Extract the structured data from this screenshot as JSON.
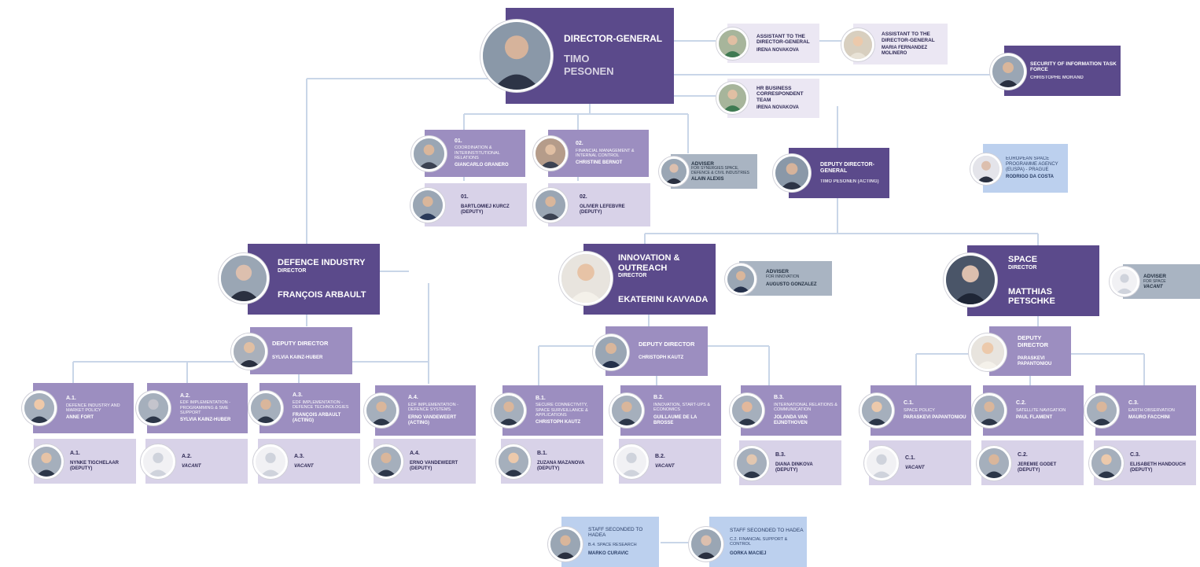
{
  "director_general": {
    "title": "DIRECTOR-GENERAL",
    "name_line1": "TIMO",
    "name_line2": "PESONEN"
  },
  "assistants": [
    {
      "title": "ASSISTANT TO THE DIRECTOR-GENERAL",
      "name": "IRENA NOVAKOVA"
    },
    {
      "title": "ASSISTANT TO THE DIRECTOR-GENERAL",
      "name": "MARIA FERNANDEZ MOLINERO"
    }
  ],
  "hr_team": {
    "title": "HR BUSINESS CORRESPONDENT TEAM",
    "name": "IRENA NOVAKOVA"
  },
  "security_task_force": {
    "title": "SECURITY OF INFORMATION TASK FORCE",
    "name": "CHRISTOPHE MORAND"
  },
  "units_01_02": [
    {
      "code": "01.",
      "title": "COORDINATION & INTERINSTITUTIONAL RELATIONS",
      "name": "GIANCARLO GRANERO"
    },
    {
      "code": "02.",
      "title": "FINANCIAL MANAGEMENT & INTERNAL CONTROL",
      "name": "CHRISTINE BERNOT"
    },
    {
      "code": "01.",
      "name": "BARTLOMIEJ KURCZ",
      "role": "(DEPUTY)"
    },
    {
      "code": "02.",
      "name": "OLIVIER LEFEBVRE",
      "role": "(DEPUTY)"
    }
  ],
  "adviser_synergies": {
    "title": "ADVISER",
    "subtitle": "FOR SYNERGIES SPACE, DEFENCE & CIVIL INDUSTRIES",
    "name": "ALAIN ALEXIS"
  },
  "deputy_dg": {
    "title": "DEPUTY DIRECTOR-GENERAL",
    "name": "TIMO PESONEN (ACTING)"
  },
  "euspa": {
    "title": "EUROPEAN SPACE PROGRAMME AGENCY (EUSPA) - PRAGUE",
    "name": "RODRIGO DA COSTA"
  },
  "directorates": [
    {
      "title": "DEFENCE INDUSTRY",
      "role": "DIRECTOR",
      "name": "FRANÇOIS ARBAULT"
    },
    {
      "title": "INNOVATION & OUTREACH",
      "role": "DIRECTOR",
      "name": "EKATERINI KAVVADA"
    },
    {
      "title": "SPACE",
      "role": "DIRECTOR",
      "name": "MATTHIAS PETSCHKE"
    }
  ],
  "adviser_innovation": {
    "title": "ADVISER",
    "subtitle": "FOR INNOVATION",
    "name": "AUGUSTO GONZALEZ"
  },
  "adviser_space": {
    "title": "ADVISER",
    "subtitle": "FOR SPACE",
    "name": "VACANT"
  },
  "deputy_directors": [
    {
      "title": "DEPUTY DIRECTOR",
      "name": "SYLVIA KAINZ-HUBER"
    },
    {
      "title": "DEPUTY DIRECTOR",
      "name": "CHRISTOPH KAUTZ"
    },
    {
      "title": "DEPUTY DIRECTOR",
      "name": "PARASKEVI PAPANTONIOU"
    }
  ],
  "units": [
    {
      "code": "A.1.",
      "title": "DEFENCE INDUSTRY AND MARKET POLICY",
      "name": "ANNE FORT"
    },
    {
      "code": "A.2.",
      "title": "EDF IMPLEMENTATION - PROGRAMMING & SME SUPPORT",
      "name": "SYLVIA KAINZ-HUBER"
    },
    {
      "code": "A.3.",
      "title": "EDF IMPLEMENTATION - DEFENCE TECHNOLOGIES",
      "name": "FRANÇOIS ARBAULT (ACTING)"
    },
    {
      "code": "A.4.",
      "title": "EDF IMPLEMENTATION - DEFENCE SYSTEMS",
      "name": "ERNO VANDEWEERT (ACTING)"
    },
    {
      "code": "B.1.",
      "title": "SECURE CONNECTIVITY, SPACE SURVEILLANCE & APPLICATIONS",
      "name": "CHRISTOPH KAUTZ"
    },
    {
      "code": "B.2.",
      "title": "INNOVATION, START-UPS & ECONOMICS",
      "name": "GUILLAUME DE LA BROSSE"
    },
    {
      "code": "B.3.",
      "title": "INTERNATIONAL RELATIONS & COMMUNICATION",
      "name": "JOLANDA VAN EIJNDTHOVEN"
    },
    {
      "code": "C.1.",
      "title": "SPACE POLICY",
      "name": "PARASKEVI PAPANTONIOU"
    },
    {
      "code": "C.2.",
      "title": "SATELLITE NAVIGATION",
      "name": "PAUL FLAMENT"
    },
    {
      "code": "C.3.",
      "title": "EARTH OBSERVATION",
      "name": "MAURO FACCHINI"
    }
  ],
  "deputies": [
    {
      "code": "A.1.",
      "name": "NYNKE TIGCHELAAR",
      "role": "(DEPUTY)"
    },
    {
      "code": "A.2.",
      "name": "VACANT"
    },
    {
      "code": "A.3.",
      "name": "VACANT"
    },
    {
      "code": "A.4.",
      "name": "ERNO VANDEWEERT",
      "role": "(DEPUTY)"
    },
    {
      "code": "B.1.",
      "name": "ZUZANA MAZANOVA",
      "role": "(DEPUTY)"
    },
    {
      "code": "B.2.",
      "name": "VACANT"
    },
    {
      "code": "B.3.",
      "name": "DIANA DINKOVA",
      "role": "(DEPUTY)"
    },
    {
      "code": "C.1.",
      "name": "VACANT"
    },
    {
      "code": "C.2.",
      "name": "JEREMIE GODET",
      "role": "(DEPUTY)"
    },
    {
      "code": "C.3.",
      "name": "ELISABETH HANDOUCH",
      "role": "(DEPUTY)"
    }
  ],
  "seconded": [
    {
      "title": "STAFF SECONDED TO HADEA",
      "unit": "B.4. SPACE RESEARCH",
      "name": "MARKO CURAVIC"
    },
    {
      "title": "STAFF SECONDED TO HADEA",
      "unit": "C.2. FINANCIAL SUPPORT & CONTROL",
      "name": "GORKA MACIEJ"
    }
  ],
  "colors": {
    "dark": "#5b4a8b",
    "mid": "#9c8ec0",
    "light": "#d8d2e8",
    "pale": "#ebe7f3",
    "adviser": "#a9b4c2",
    "agency": "#bcd0ee",
    "lines": "#c9d6e8"
  }
}
